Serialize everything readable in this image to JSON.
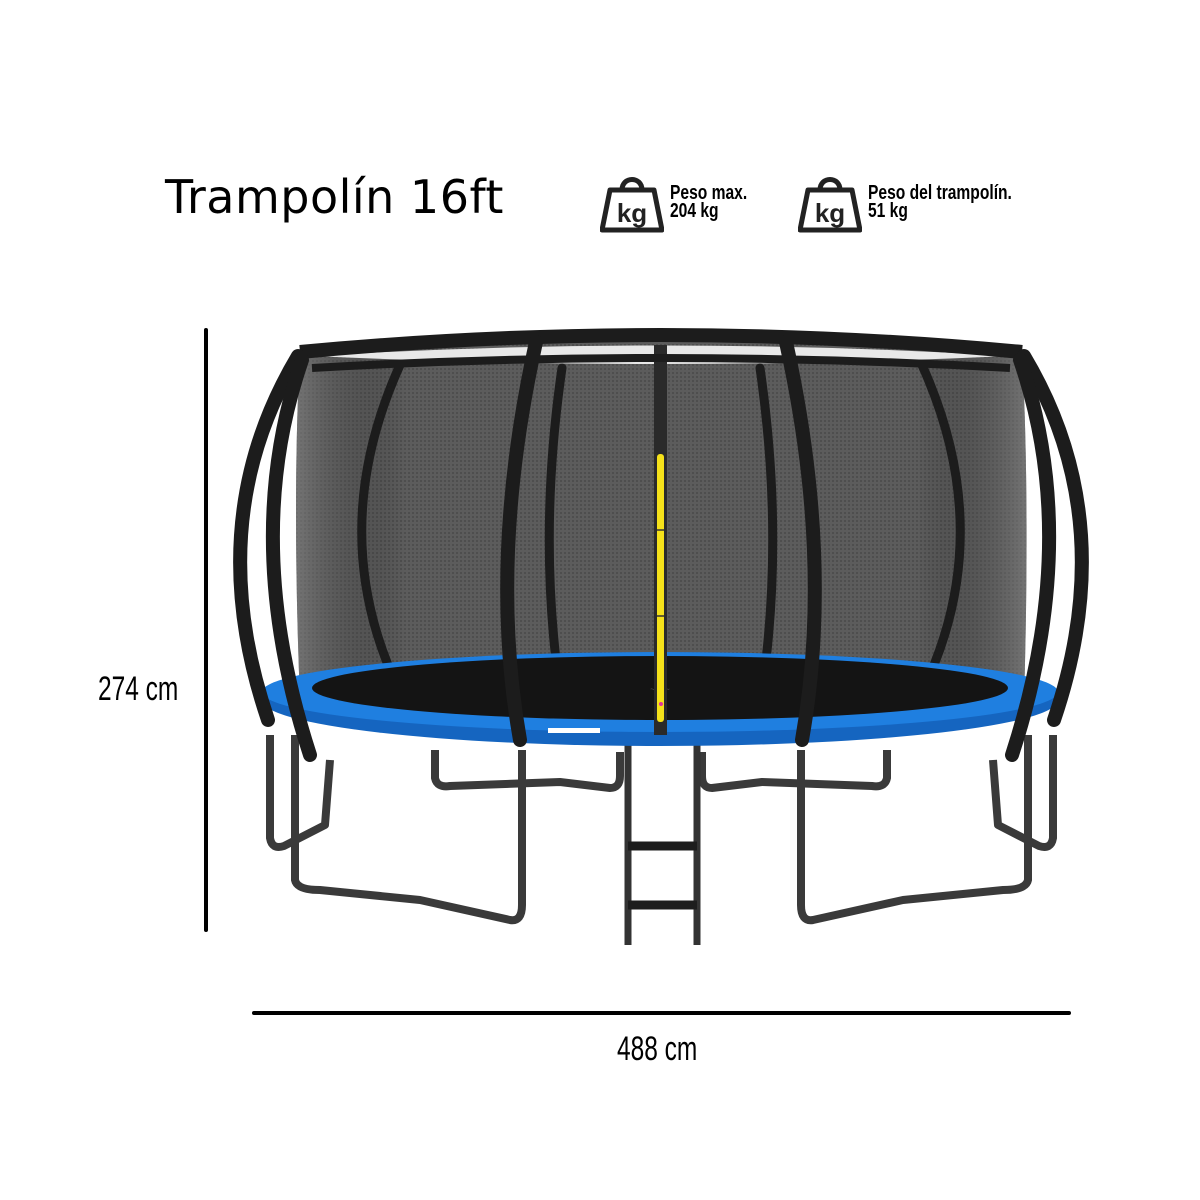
{
  "header": {
    "title": "Trampolín 16ft",
    "specs": [
      {
        "icon": "kg-weight-icon",
        "icon_label": "kg",
        "line1": "Peso max.",
        "line2": "204 kg"
      },
      {
        "icon": "kg-weight-icon",
        "icon_label": "kg",
        "line1": "Peso del trampolín.",
        "line2": "51 kg"
      }
    ]
  },
  "dimensions": {
    "height": "274 cm",
    "diameter": "488 cm"
  },
  "colors": {
    "pad_blue": "#1f7fe0",
    "pad_blue_dark": "#1565c0",
    "frame_black": "#1c1c1c",
    "net_gray": "#5a5a5a",
    "mat_black": "#141414",
    "pole_yellow": "#f5e11a",
    "leg_gray": "#3a3a3a"
  }
}
